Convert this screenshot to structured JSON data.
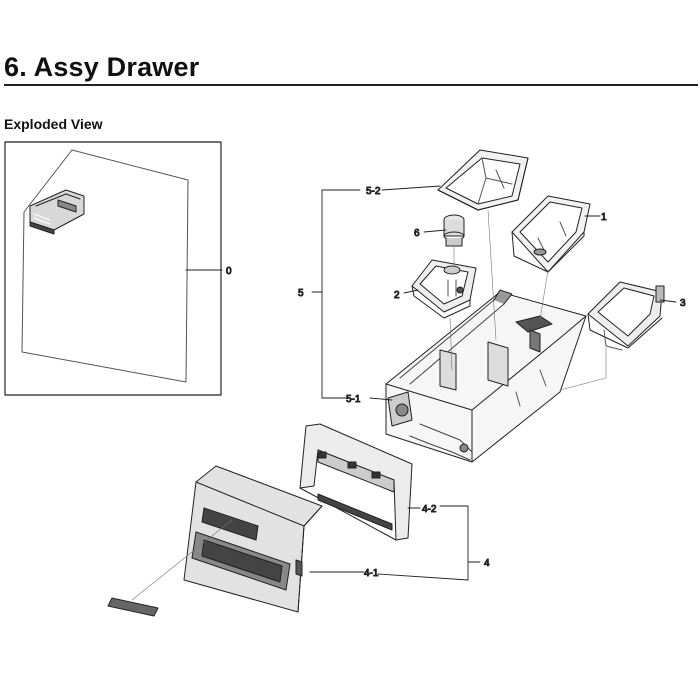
{
  "header": {
    "title": "6.  Assy Drawer",
    "subtitle": "Exploded View"
  },
  "labels": {
    "assembly": "0",
    "part1": "1",
    "part2": "2",
    "part3": "3",
    "part4": "4",
    "part4_1": "4-1",
    "part4_2": "4-2",
    "part5": "5",
    "part5_1": "5-1",
    "part5_2": "5-2",
    "part6": "6"
  }
}
